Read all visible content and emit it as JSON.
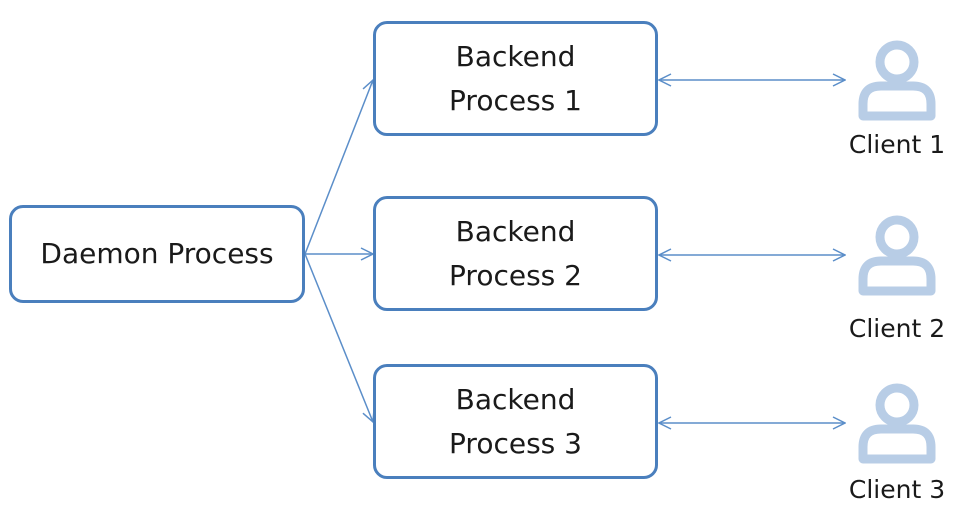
{
  "daemon": {
    "label": "Daemon Process"
  },
  "backends": [
    {
      "line1": "Backend",
      "line2": "Process 1"
    },
    {
      "line1": "Backend",
      "line2": "Process 2"
    },
    {
      "line1": "Backend",
      "line2": "Process 3"
    }
  ],
  "clients": [
    {
      "label": "Client 1",
      "icon": "user-icon"
    },
    {
      "label": "Client 2",
      "icon": "user-icon"
    },
    {
      "label": "Client 3",
      "icon": "user-icon"
    }
  ],
  "colors": {
    "box_border": "#4a7fbd",
    "connector": "#5b8ec9",
    "client_icon": "#b8cde6"
  }
}
